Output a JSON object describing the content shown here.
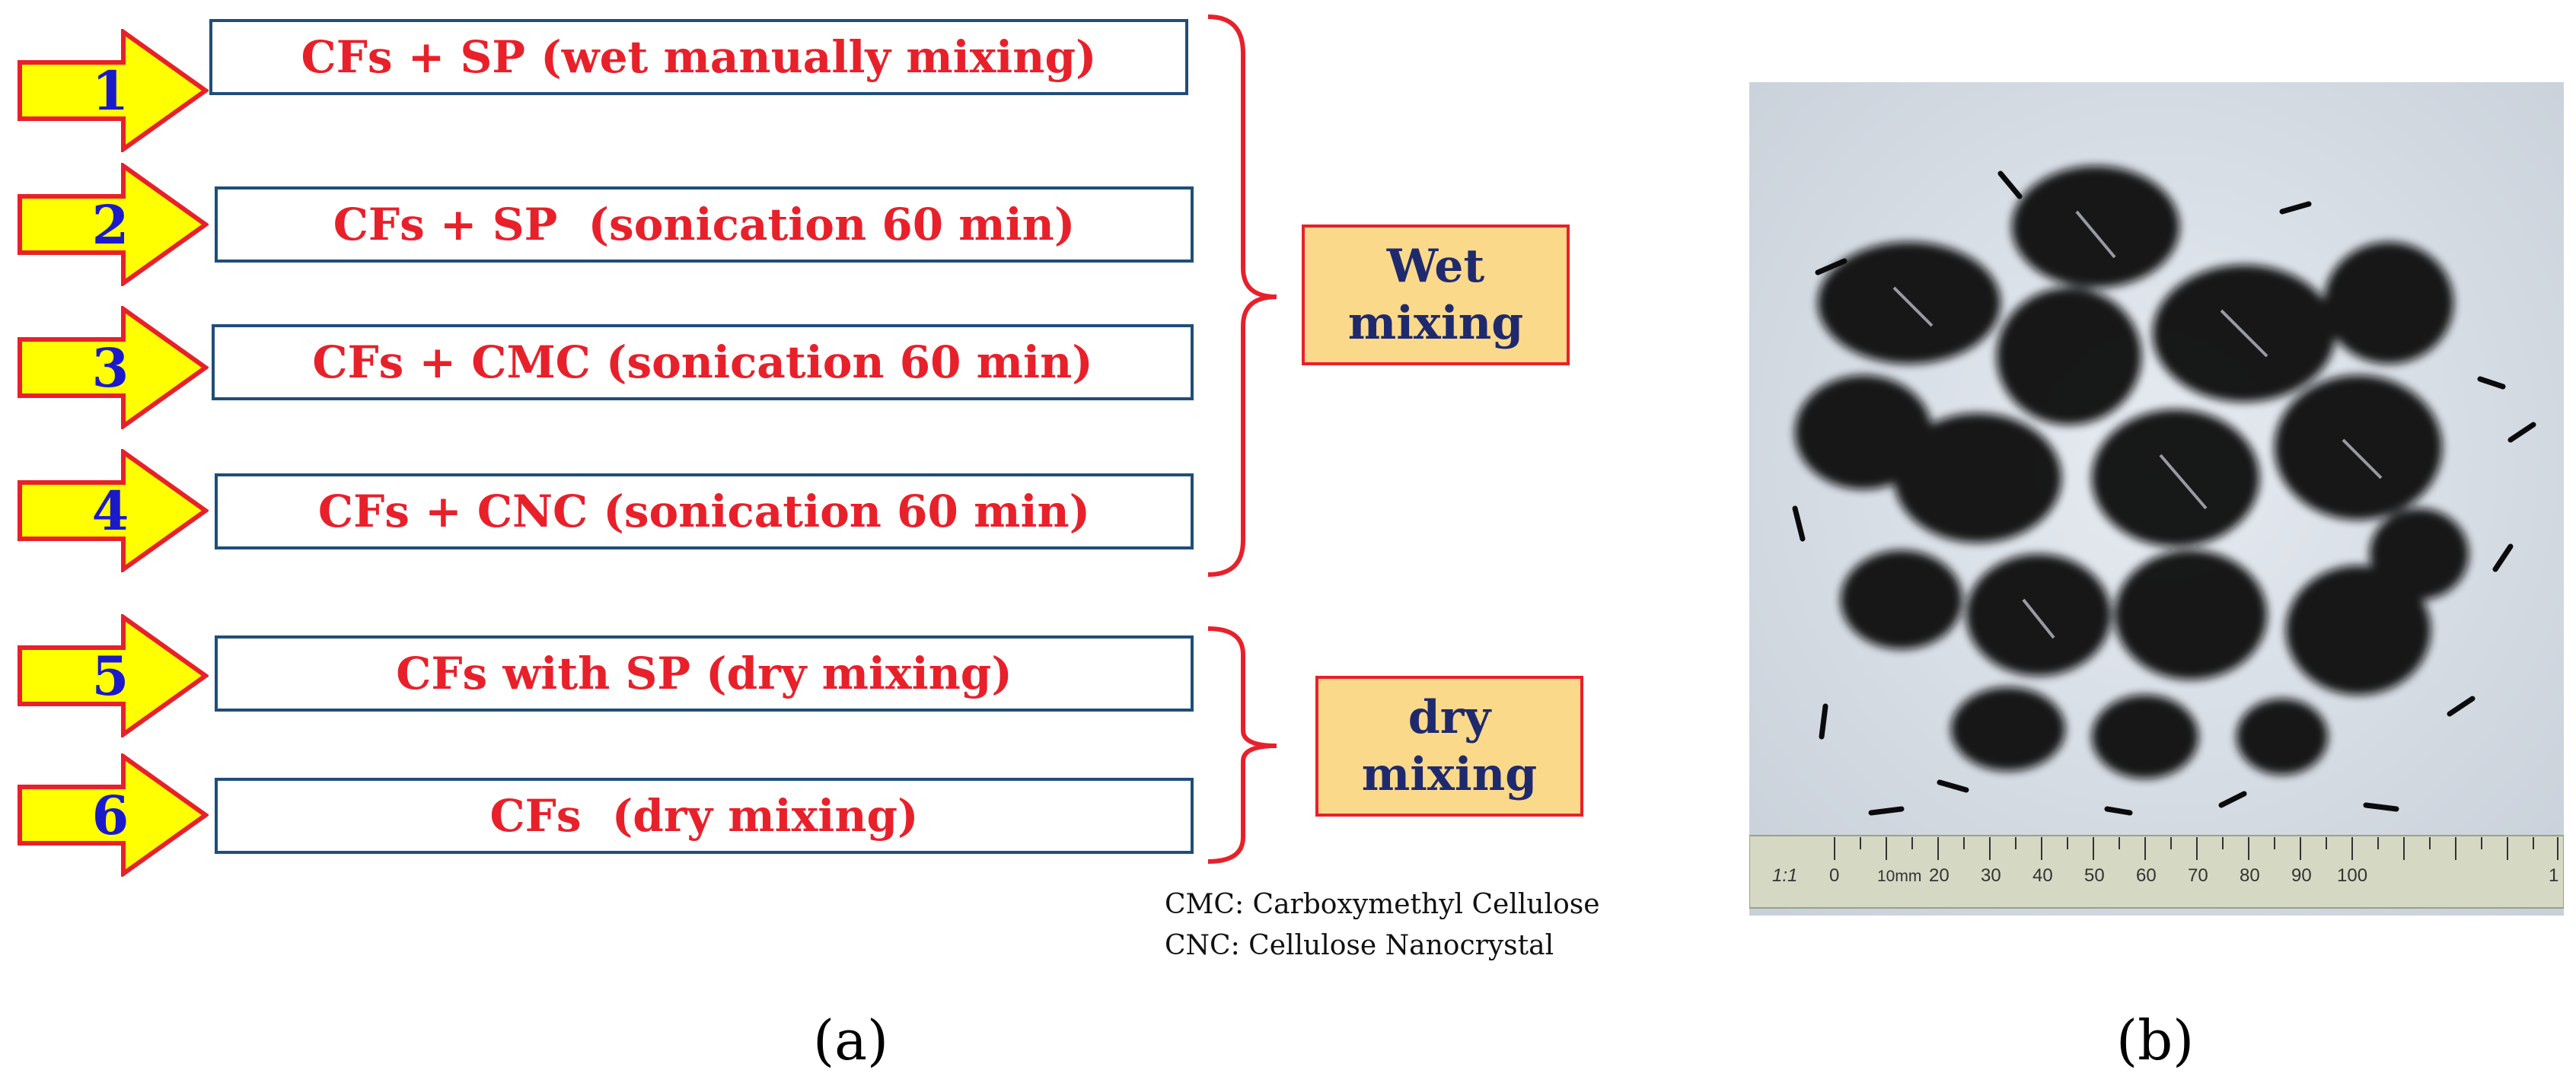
{
  "panel_a": {
    "steps": [
      {
        "num": "1",
        "label": "CFs + SP (wet manually mixing)"
      },
      {
        "num": "2",
        "label": "CFs + SP  (sonication 60 min)"
      },
      {
        "num": "3",
        "label": "CFs + CMC (sonication 60 min)"
      },
      {
        "num": "4",
        "label": "CFs + CNC (sonication 60 min)"
      },
      {
        "num": "5",
        "label": "CFs with SP (dry mixing)"
      },
      {
        "num": "6",
        "label": "CFs  (dry mixing)"
      }
    ],
    "groups": {
      "wet": {
        "line1": "Wet",
        "line2": "mixing"
      },
      "dry": {
        "line1": "dry",
        "line2": "mixing"
      }
    },
    "legend": {
      "line1": "CMC: Carboxymethyl Cellulose",
      "line2": "CNC: Cellulose Nanocrystal"
    },
    "caption": "(a)"
  },
  "panel_b": {
    "ruler": {
      "scale_label": "1:1",
      "ticks": [
        "0",
        "10mm",
        "20",
        "30",
        "40",
        "50",
        "60",
        "70",
        "80",
        "90",
        "100",
        "1"
      ]
    },
    "caption": "(b)"
  },
  "colors": {
    "step_text": "#e8202a",
    "number": "#1a1acc",
    "box_border": "#1f4e79",
    "arrow_fill": "#ffff00",
    "arrow_stroke": "#e8202a",
    "bracket": "#e8202a",
    "group_fill": "#fbd98a",
    "group_text": "#1f2a6e"
  }
}
